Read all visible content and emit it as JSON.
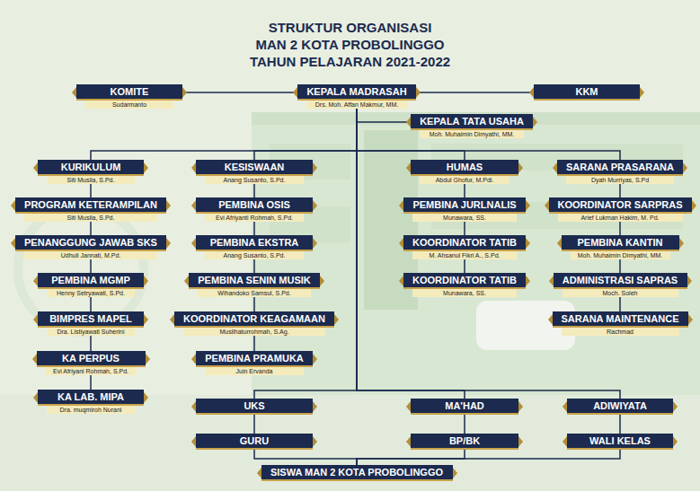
{
  "diagram": {
    "title": "STRUKTUR ORGANISASI MAN 2 KOTA PROBOLINGGO TAHUN PELAJARAN 2021-2022",
    "nodes": [
      {
        "text": [
          "KOMITE",
          "Sudarmanto"
        ]
      },
      {
        "text": [
          "KEPALA MADRASAH",
          "Drs. Moh. Affan Makmur, MM."
        ]
      },
      {
        "text": [
          "KKM"
        ]
      },
      {
        "text": [
          "KEPALA TATA USAHA",
          "Moh. Muhaimin Dimyathi, MM."
        ]
      },
      {
        "text": [
          "KURIKULUM",
          "Siti Musila, S.Pd."
        ]
      },
      {
        "text": [
          "PROGRAM KETERAMPILAN",
          "Siti Musila, S.Pd."
        ]
      },
      {
        "text": [
          "PENANGGUNG JAWAB SKS",
          "Udhuli Jannati, M.Pd."
        ]
      },
      {
        "text": [
          "PEMBINA MGMP",
          "Henny Setryawati, S.Pd."
        ]
      },
      {
        "text": [
          "BIMPRES MAPEL",
          "Dra. Listiyawati Suherini"
        ]
      },
      {
        "text": [
          "KA PERPUS",
          "Evi Afriyani Rohmah, S.Pd."
        ]
      },
      {
        "text": [
          "KA LAB. MIPA",
          "Dra. muqmiroh Nurani"
        ]
      },
      {
        "text": [
          "KESISWAAN",
          "Anang Susanto, S.Pd."
        ]
      },
      {
        "text": [
          "PEMBINA OSIS",
          "Evi Afriyanti Rohmah, S.Pd."
        ]
      },
      {
        "text": [
          "PEMBINA EKSTRA",
          "Anang Susanto, S.Pd."
        ]
      },
      {
        "text": [
          "PEMBINA SENIN MUSIK",
          "Wihandoko Samsul, S.Pd."
        ]
      },
      {
        "text": [
          "KOORDINATOR KEAGAMAAN",
          "Muslihaturrohmah, S.Ag."
        ]
      },
      {
        "text": [
          "PEMBINA PRAMUKA",
          "Juin Ervanda"
        ]
      },
      {
        "text": [
          "HUMAS",
          "Abdul Ghofur, M.Pdi."
        ]
      },
      {
        "text": [
          "PEMBINA JURLNALIS",
          "Munawara, SS."
        ]
      },
      {
        "text": [
          "KOORDINATOR TATIB",
          "M. Ahsanul Fikri A., S.Pd."
        ]
      },
      {
        "text": [
          "KOORDINATOR TATIB",
          "Munawara, SS."
        ]
      },
      {
        "text": [
          "SARANA PRASARANA",
          "Dyah Murriyas, S.Pd"
        ]
      },
      {
        "text": [
          "KOORDINATOR SARPRAS",
          "Arief Lukman Hakim, M. Pd."
        ]
      },
      {
        "text": [
          "PEMBINA KANTIN",
          "Moh. Muhaimin Dimyathi, MM."
        ]
      },
      {
        "text": [
          "ADMINISTRASI SAPRAS",
          "Moch. Soleh"
        ]
      },
      {
        "text": [
          "SARANA MAINTENANCE",
          "Rachmad"
        ]
      },
      {
        "text": [
          "UKS"
        ]
      },
      {
        "text": [
          "MA'HAD"
        ]
      },
      {
        "text": [
          "ADIWIYATA"
        ]
      },
      {
        "text": [
          "GURU"
        ]
      },
      {
        "text": [
          "BP/BK"
        ]
      },
      {
        "text": [
          "WALI KELAS"
        ]
      },
      {
        "text": [
          "SISWA MAN 2 KOTA PROBOLINGGO"
        ]
      }
    ],
    "edges": [
      {
        "from": 0,
        "to": 1,
        "arrow": "none"
      },
      {
        "from": 1,
        "to": 2,
        "arrow": "none"
      },
      {
        "from": 1,
        "to": 3,
        "arrow": "none"
      },
      {
        "from": 1,
        "to": 4,
        "arrow": "none"
      },
      {
        "from": 1,
        "to": 11,
        "arrow": "none"
      },
      {
        "from": 1,
        "to": 17,
        "arrow": "none"
      },
      {
        "from": 1,
        "to": 21,
        "arrow": "none"
      },
      {
        "from": 4,
        "to": 5,
        "arrow": "none"
      },
      {
        "from": 5,
        "to": 6,
        "arrow": "none"
      },
      {
        "from": 6,
        "to": 7,
        "arrow": "none"
      },
      {
        "from": 7,
        "to": 8,
        "arrow": "none"
      },
      {
        "from": 8,
        "to": 9,
        "arrow": "none"
      },
      {
        "from": 9,
        "to": 10,
        "arrow": "none"
      },
      {
        "from": 11,
        "to": 12,
        "arrow": "none"
      },
      {
        "from": 12,
        "to": 13,
        "arrow": "none"
      },
      {
        "from": 13,
        "to": 14,
        "arrow": "none"
      },
      {
        "from": 14,
        "to": 15,
        "arrow": "none"
      },
      {
        "from": 15,
        "to": 16,
        "arrow": "none"
      },
      {
        "from": 17,
        "to": 18,
        "arrow": "none"
      },
      {
        "from": 18,
        "to": 19,
        "arrow": "none"
      },
      {
        "from": 19,
        "to": 20,
        "arrow": "none"
      },
      {
        "from": 21,
        "to": 22,
        "arrow": "none"
      },
      {
        "from": 22,
        "to": 23,
        "arrow": "none"
      },
      {
        "from": 23,
        "to": 24,
        "arrow": "none"
      },
      {
        "from": 24,
        "to": 25,
        "arrow": "none"
      },
      {
        "from": 1,
        "to": 26,
        "arrow": "none"
      },
      {
        "from": 1,
        "to": 27,
        "arrow": "none"
      },
      {
        "from": 1,
        "to": 28,
        "arrow": "none"
      },
      {
        "from": 26,
        "to": 29,
        "arrow": "none"
      },
      {
        "from": 27,
        "to": 30,
        "arrow": "none"
      },
      {
        "from": 28,
        "to": 31,
        "arrow": "none"
      },
      {
        "from": 29,
        "to": 32,
        "arrow": "none"
      },
      {
        "from": 30,
        "to": 32,
        "arrow": "none"
      },
      {
        "from": 31,
        "to": 32,
        "arrow": "none"
      }
    ]
  }
}
